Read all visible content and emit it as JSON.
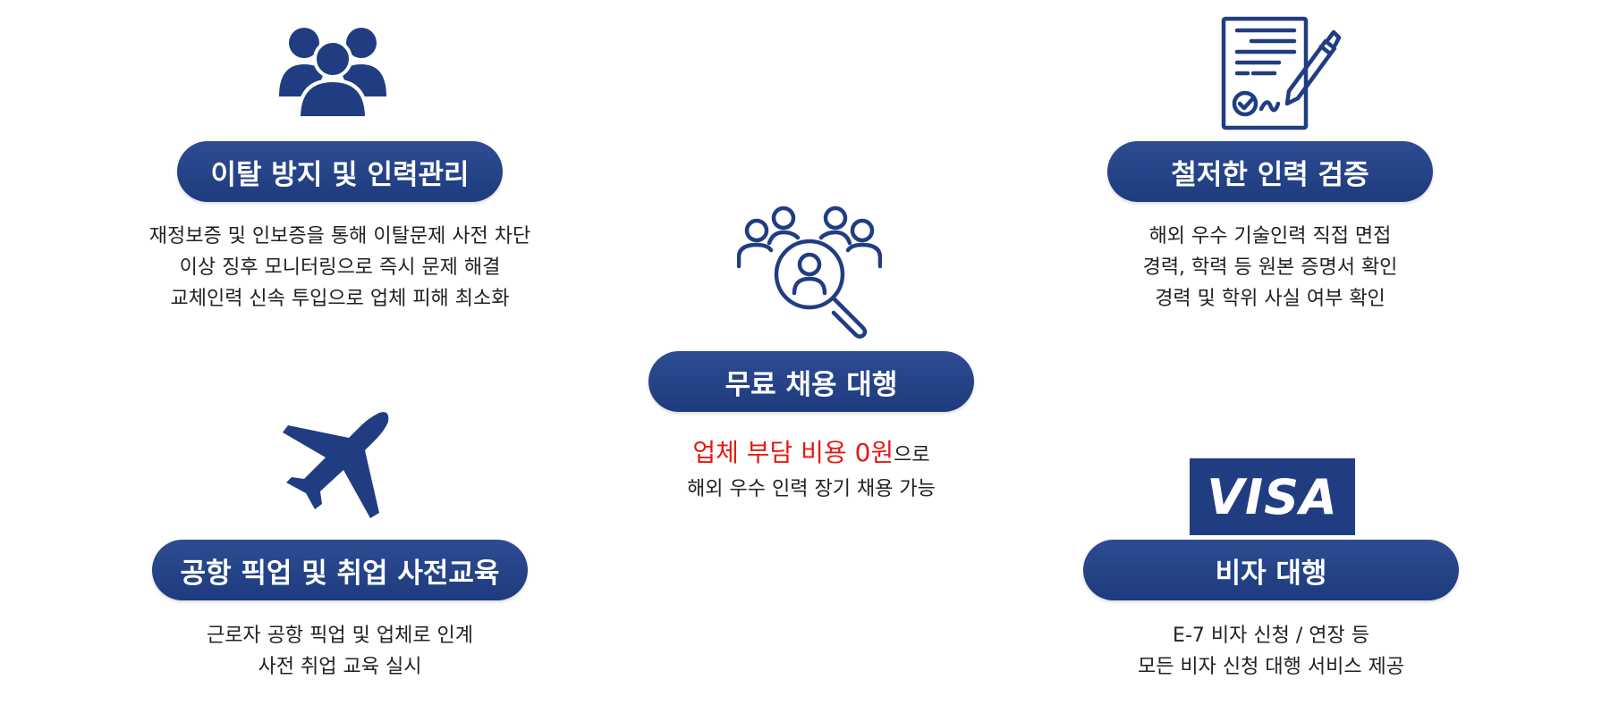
{
  "colors": {
    "navy": "#213d82",
    "red": "#e31b14",
    "text": "#222222"
  },
  "items": [
    {
      "id": "retention",
      "icon": "people-group-icon",
      "title": "이탈 방지 및 인력관리",
      "lines": [
        "재정보증 및 인보증을 통해 이탈문제 사전 차단",
        "이상 징후 모니터링으로 즉시 문제 해결",
        "교체인력 신속 투입으로 업체 피해 최소화"
      ]
    },
    {
      "id": "verification",
      "icon": "contract-signing-icon",
      "title": "철저한 인력 검증",
      "lines": [
        "해외 우수 기술인력 직접 면접",
        "경력, 학력 등 원본 증명서 확인",
        "경력 및 학위 사실 여부 확인"
      ]
    },
    {
      "id": "free-recruit",
      "icon": "candidate-search-icon",
      "title": "무료 채용 대행",
      "highlight": "업체 부담 비용 0원",
      "highlight_suffix": "으로",
      "lines": [
        "해외 우수 인력 장기 채용 가능"
      ]
    },
    {
      "id": "airport",
      "icon": "airplane-icon",
      "title": "공항 픽업 및 취업 사전교육",
      "lines": [
        "근로자 공항 픽업 및 업체로 인계",
        "사전 취업 교육 실시"
      ]
    },
    {
      "id": "visa",
      "icon": "visa-card-icon",
      "logo_text": "VISA",
      "title": "비자 대행",
      "lines": [
        "E-7 비자 신청 / 연장 등",
        "모든 비자 신청 대행 서비스 제공"
      ]
    }
  ]
}
